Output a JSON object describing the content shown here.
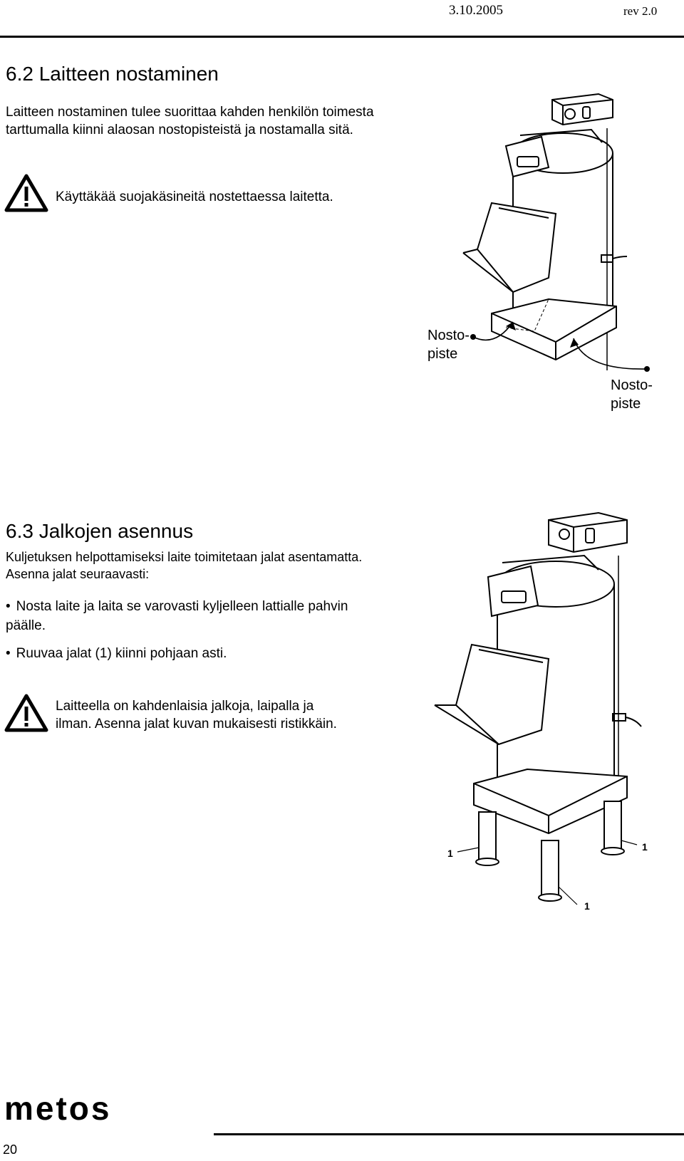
{
  "header": {
    "date": "3.10.2005",
    "revision": "rev 2.0"
  },
  "section_lift": {
    "heading": "6.2 Laitteen nostaminen",
    "paragraph_line1": "Laitteen nostaminen tulee suorittaa kahden henkilön toimesta",
    "paragraph_line2": "tarttumalla kiinni alaosan nostopisteistä ja nostamalla sitä.",
    "warning": "Käyttäkää suojakäsineitä nostettaessa laitetta.",
    "label_left_1": "Nosto-",
    "label_left_2": "piste",
    "label_right_1": "Nosto-",
    "label_right_2": "piste"
  },
  "section_legs": {
    "heading": "6.3 Jalkojen asennus",
    "intro_line1": "Kuljetuksen helpottamiseksi laite toimitetaan jalat asentamatta.",
    "intro_line2": "Asenna jalat seuraavasti:",
    "bullet_marker": "•",
    "bullet1_line1": "Nosta laite ja laita se varovasti kyljelleen lattialle pahvin",
    "bullet1_line2": "päälle.",
    "bullet2": "Ruuvaa jalat (1) kiinni pohjaan asti.",
    "warning_line1": "Laitteella on kahdenlaisia jalkoja, laipalla ja",
    "warning_line2": "ilman. Asenna jalat kuvan mukaisesti ristikkäin.",
    "leg_label": "1"
  },
  "footer": {
    "logo_text": "metos",
    "page_number": "20"
  }
}
